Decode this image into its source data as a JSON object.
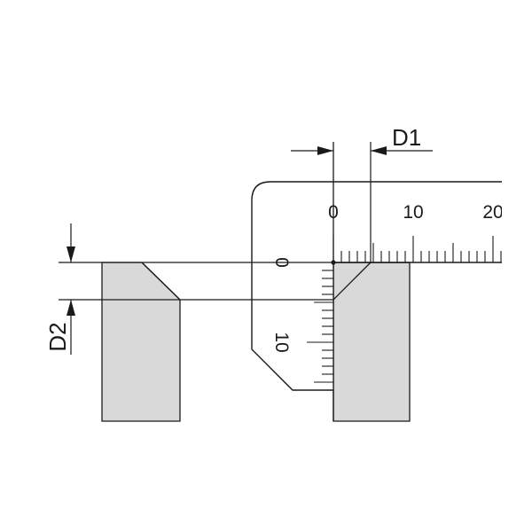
{
  "labels": {
    "d1": "D1",
    "d2": "D2"
  },
  "horizontal_scale": {
    "ticks": [
      "0",
      "10",
      "20"
    ]
  },
  "vertical_scale": {
    "ticks": [
      "0",
      "10"
    ]
  },
  "colors": {
    "workpiece_fill": "#d9d9d9",
    "line": "#1a1a1a",
    "background": "#ffffff"
  }
}
